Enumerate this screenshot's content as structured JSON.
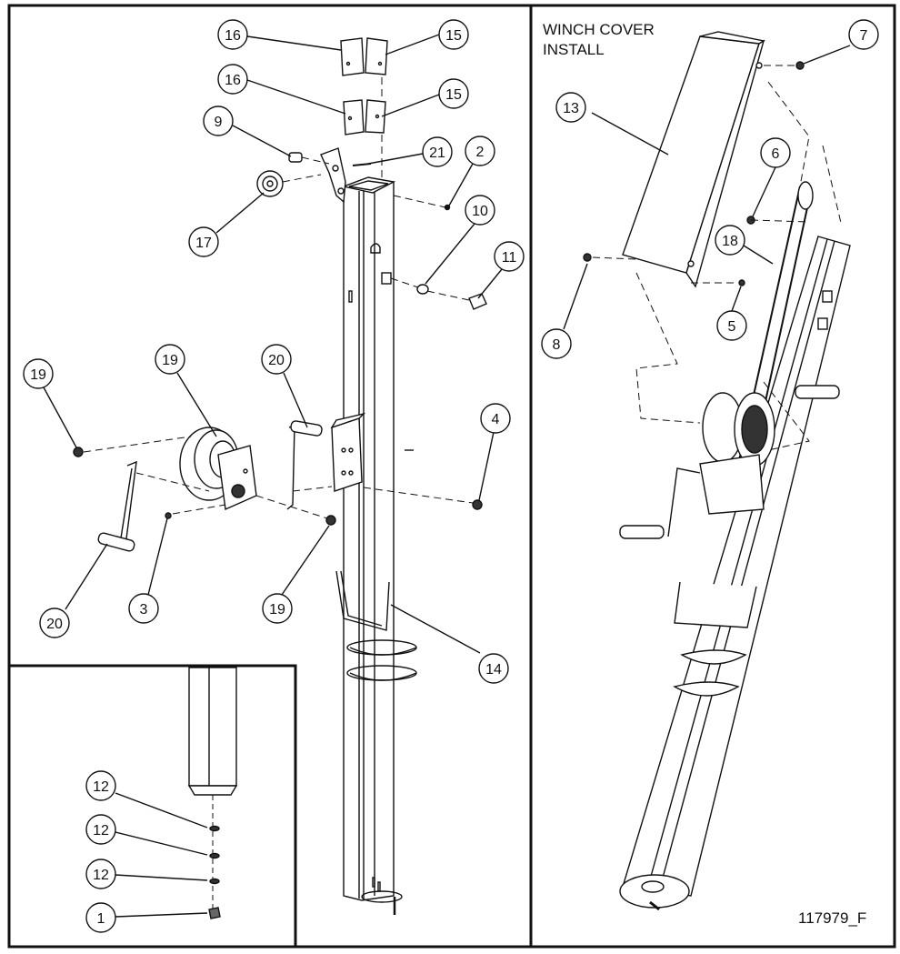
{
  "diagram": {
    "panel_title_line1": "WINCH COVER",
    "panel_title_line2": "INSTALL",
    "drawing_number": "117979_F",
    "callouts_left": [
      "16",
      "15",
      "16",
      "15",
      "9",
      "21",
      "2",
      "17",
      "10",
      "11",
      "19",
      "19",
      "20",
      "4",
      "3",
      "19",
      "20",
      "14"
    ],
    "callouts_inset": [
      "12",
      "12",
      "12",
      "1"
    ],
    "callouts_right": [
      "7",
      "13",
      "6",
      "18",
      "8",
      "5"
    ]
  }
}
